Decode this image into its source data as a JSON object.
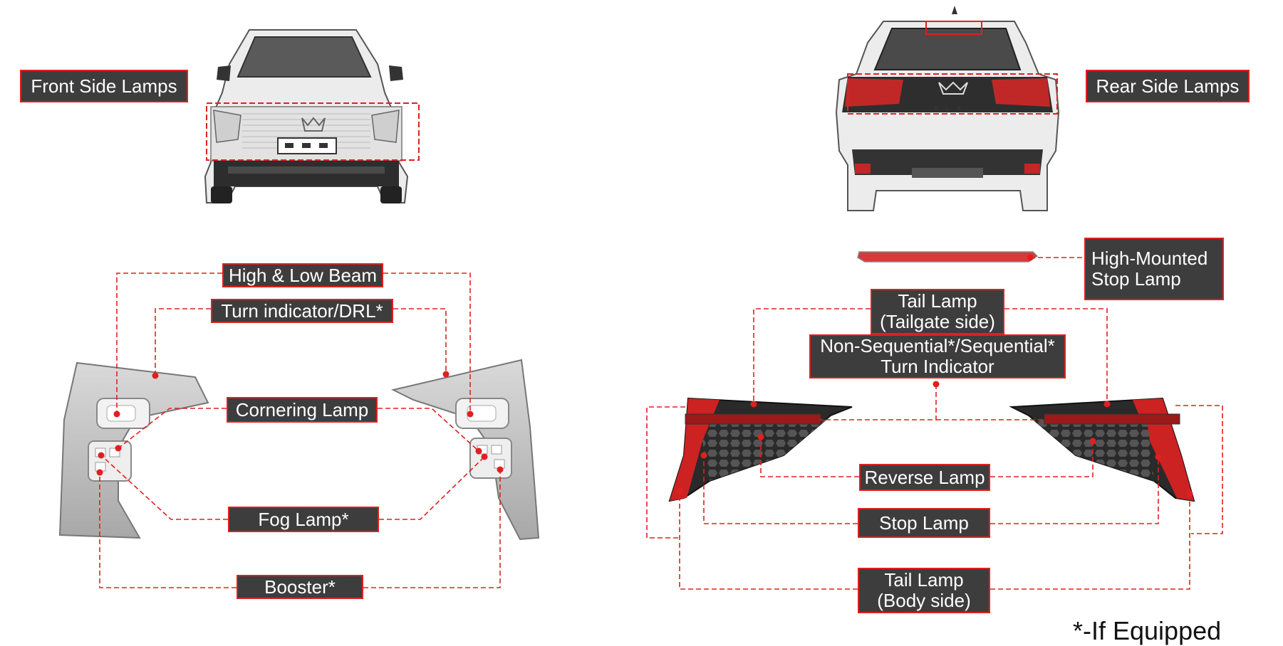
{
  "labels": {
    "front_side_lamps": "Front Side Lamps",
    "rear_side_lamps": "Rear Side Lamps",
    "high_low_beam": "High & Low Beam",
    "turn_indicator_drl": "Turn indicator/DRL*",
    "cornering_lamp": "Cornering Lamp",
    "fog_lamp": "Fog Lamp*",
    "booster": "Booster*",
    "high_mounted_stop_lamp": "High-Mounted\nStop Lamp",
    "tail_lamp_tailgate": "Tail Lamp\n(Tailgate side)",
    "turn_indicator_seq": "Non-Sequential*/Sequential*\nTurn Indicator",
    "reverse_lamp": "Reverse Lamp",
    "stop_lamp": "Stop Lamp",
    "tail_lamp_body": "Tail Lamp\n(Body side)"
  },
  "footnote": "*-If Equipped",
  "colors": {
    "accent": "#e02020",
    "label_bg": "#3d3d3d",
    "label_text": "#ffffff"
  }
}
